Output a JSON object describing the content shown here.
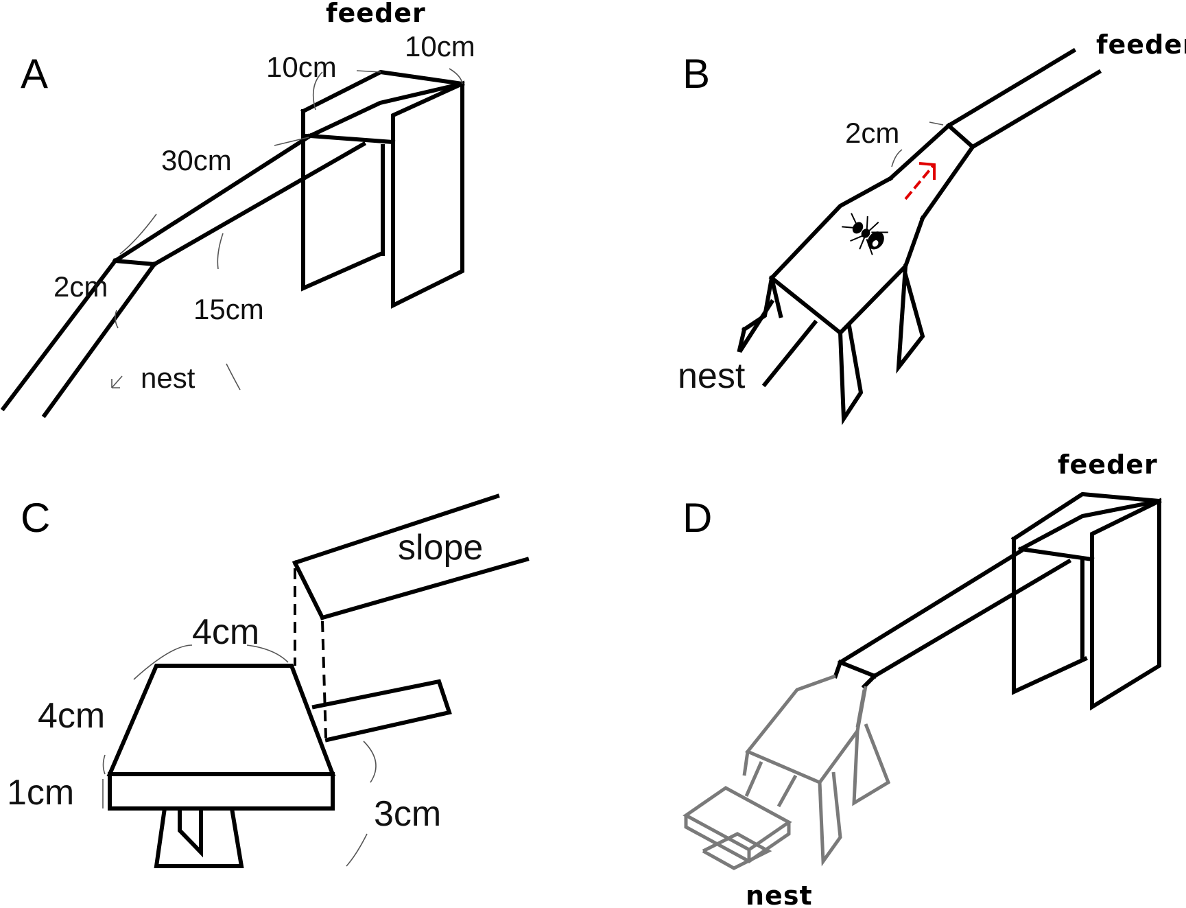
{
  "panels": {
    "a": {
      "letter": "A",
      "feeder": "feeder",
      "dim_feeder_width": "10cm",
      "dim_feeder_depth": "10cm",
      "dim_ramp_length": "30cm",
      "dim_ramp_width": "2cm",
      "dim_height": "15cm",
      "nest": "nest"
    },
    "b": {
      "letter": "B",
      "feeder": "feeder",
      "dim_bridge_width": "2cm",
      "nest": "nest",
      "arrow_color": "#e00000"
    },
    "c": {
      "letter": "C",
      "slope": "slope",
      "dim_top": "4cm",
      "dim_side": "4cm",
      "dim_base": "1cm",
      "dim_leg": "3cm"
    },
    "d": {
      "letter": "D",
      "feeder": "feeder",
      "nest": "nest",
      "nest_parts_color": "#7a7a7a"
    }
  }
}
